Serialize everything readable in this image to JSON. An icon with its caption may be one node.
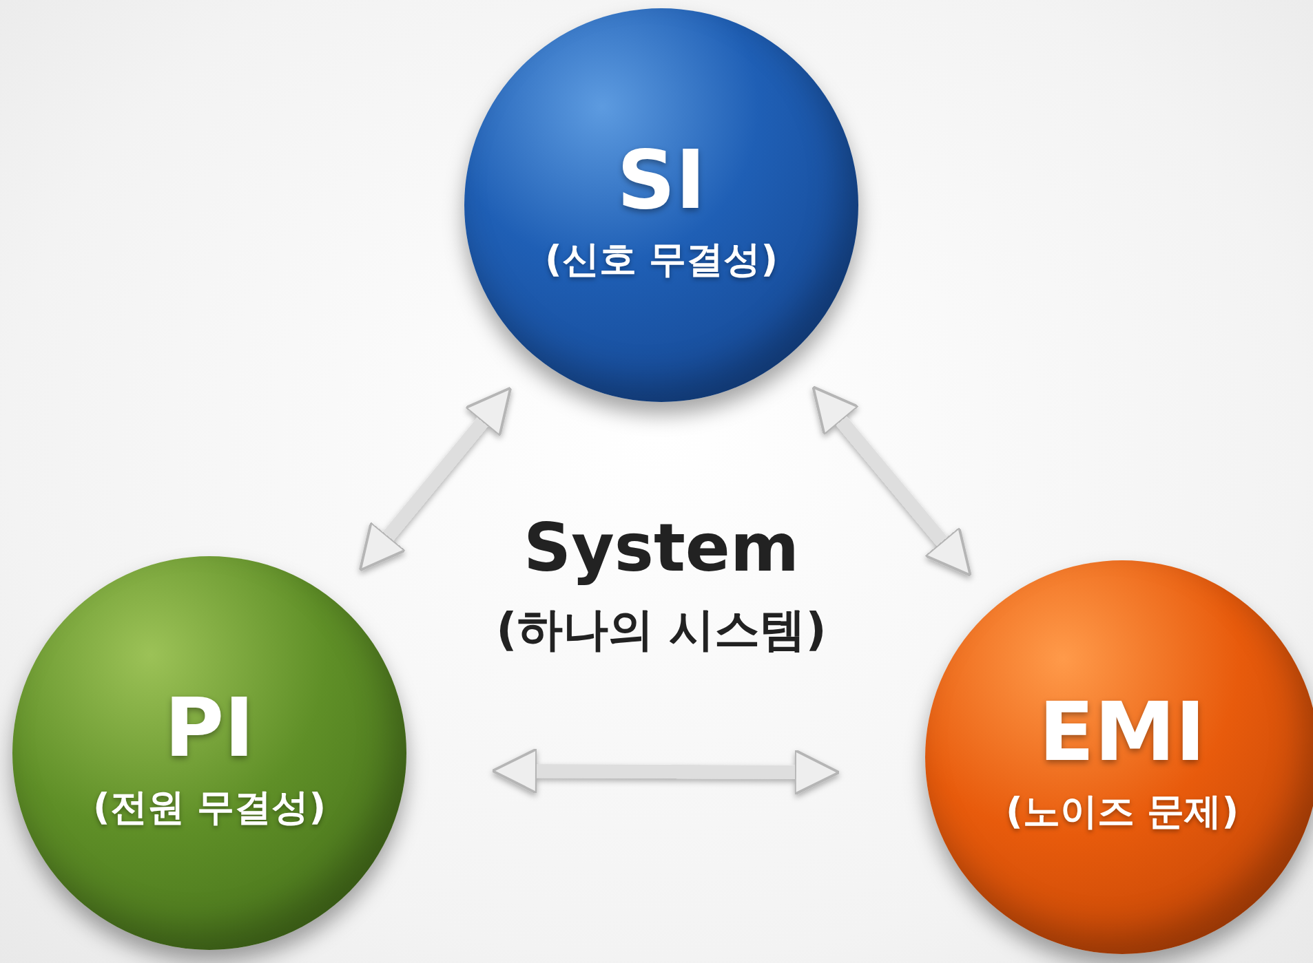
{
  "diagram": {
    "nodes": [
      {
        "text": [
          "SI",
          "(신호 무결성)"
        ]
      },
      {
        "text": [
          "PI",
          "(전원 무결성)"
        ]
      },
      {
        "text": [
          "EMI",
          "(노이즈 문제)"
        ]
      }
    ],
    "edges": [
      {
        "from": 0,
        "to": 1,
        "arrow": "both"
      },
      {
        "from": 0,
        "to": 2,
        "arrow": "both"
      },
      {
        "from": 1,
        "to": 2,
        "arrow": "both"
      }
    ],
    "labels": [
      "System",
      "(하나의 시스템)"
    ]
  }
}
